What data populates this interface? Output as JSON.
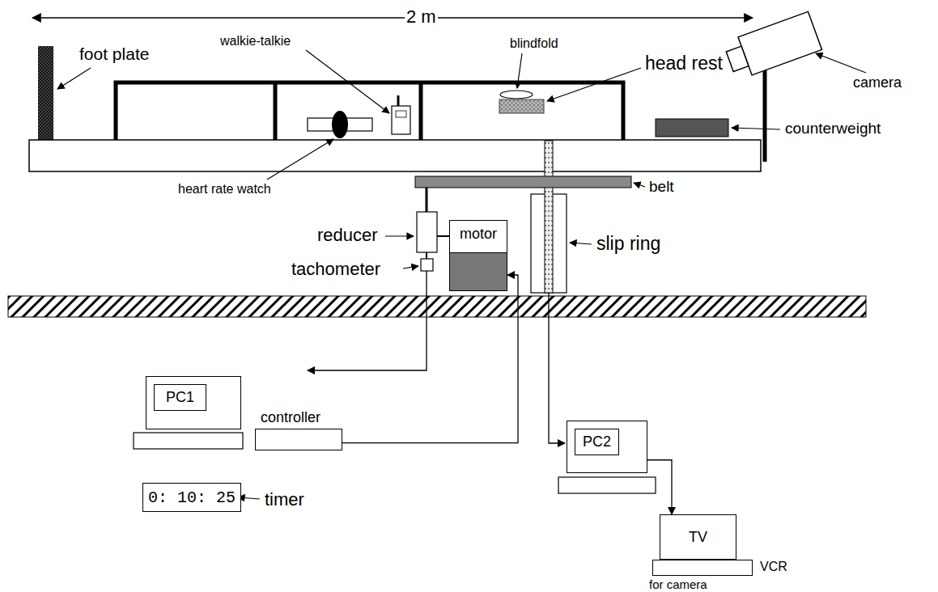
{
  "diagram": {
    "nodes": [
      {
        "text": [
          "motor"
        ]
      },
      {
        "text": [
          "PC1"
        ]
      },
      {
        "text": [
          "controller"
        ]
      },
      {
        "text": [
          "PC2"
        ]
      },
      {
        "text": [
          "0: 10: 25"
        ]
      },
      {
        "text": [
          "TV"
        ]
      },
      {
        "text": [
          "VCR"
        ]
      }
    ],
    "edges": [
      {
        "from": 2,
        "to": 0,
        "arrow": "to"
      },
      {
        "from": 3,
        "to": 5,
        "arrow": "to"
      }
    ],
    "labels": [
      "2 m",
      "foot plate",
      "walkie-talkie",
      "blindfold",
      "head rest",
      "camera",
      "counterweight",
      "heart rate watch",
      "belt",
      "reducer",
      "tachometer",
      "slip ring",
      "timer",
      "for camera"
    ]
  }
}
